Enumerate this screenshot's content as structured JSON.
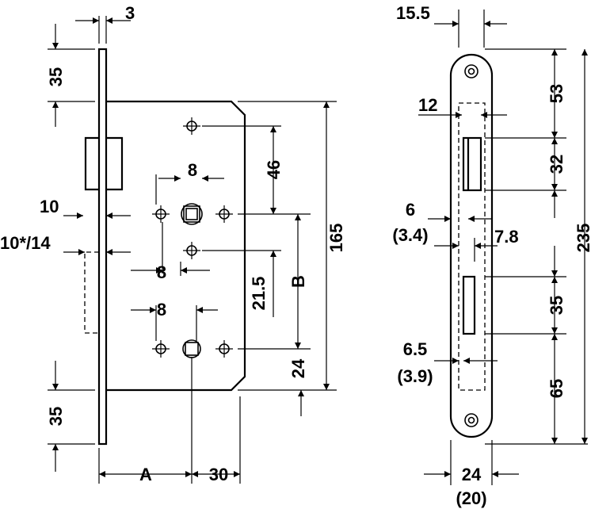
{
  "front_view": {
    "dims": {
      "faceplate_thickness": "3",
      "top_offset": "35",
      "bottom_offset": "35",
      "body_height": "165",
      "spindle_to_top_hole": "46",
      "spindle_to_mid_hole": "21.5",
      "distance_B": "B",
      "key_to_bottom": "24",
      "forend_10": "10",
      "forend_10_14": "10*/14",
      "spindle_square": "8",
      "mid_hole_width": "8",
      "lower_square": "8",
      "backset_A": "A",
      "backset_30": "30"
    }
  },
  "side_view": {
    "dims": {
      "width_top": "15.5",
      "dim_12": "12",
      "dim_6": "6",
      "dim_6_alt": "(3.4)",
      "dim_7_8": "7.8",
      "dim_6_5": "6.5",
      "dim_6_5_alt": "(3.9)",
      "top_53": "53",
      "latch_32": "32",
      "bolt_35": "35",
      "bottom_65": "65",
      "total_235": "235",
      "width_24": "24",
      "width_24_alt": "(20)"
    }
  },
  "arrow_color": "#000000",
  "line_color": "#000000"
}
